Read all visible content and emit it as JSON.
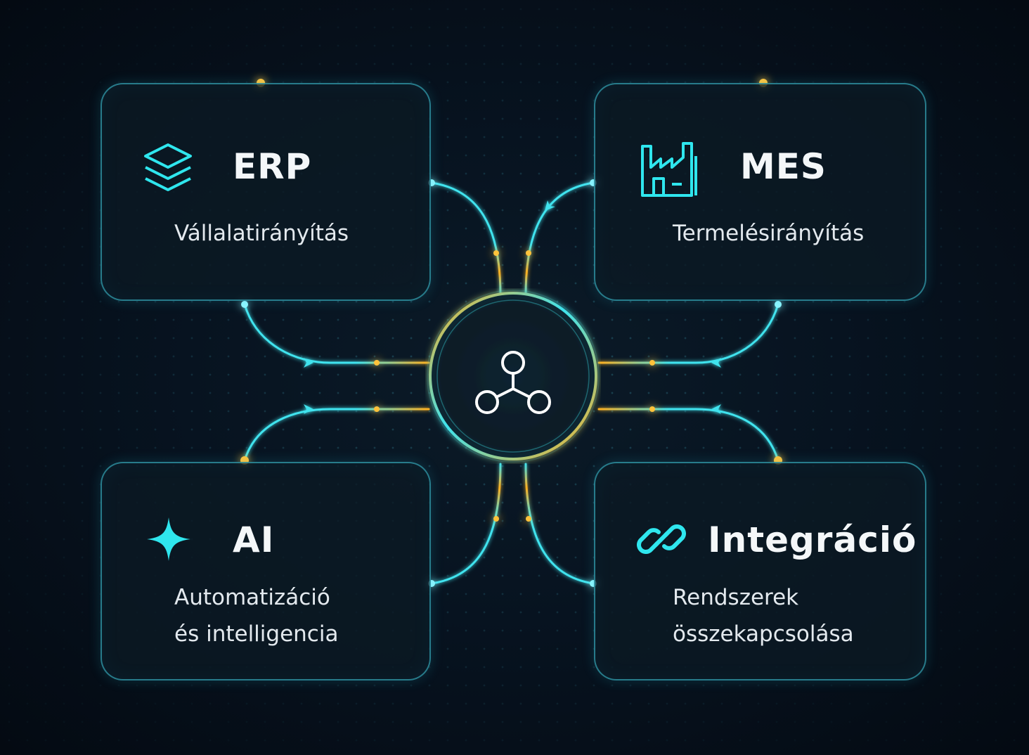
{
  "colors": {
    "background": "#050d16",
    "accent_cyan": "#3fe3ee",
    "accent_amber": "#ffb01f",
    "text": "#f4f7f9"
  },
  "hub": {
    "icon": "network-nodes-icon"
  },
  "cards": {
    "erp": {
      "title": "ERP",
      "subtitle": "Vállalatirányítás",
      "icon": "layers-stack-icon"
    },
    "mes": {
      "title": "MES",
      "subtitle": "Termelésirányítás",
      "icon": "factory-icon"
    },
    "ai": {
      "title": "AI",
      "subtitle_line1": "Automatizáció",
      "subtitle_line2": "és intelligencia",
      "icon": "sparkle-icon"
    },
    "integration": {
      "title": "Integráció",
      "subtitle_line1": "Rendszerek",
      "subtitle_line2": "összekapcsolása",
      "icon": "link-chain-icon"
    }
  }
}
